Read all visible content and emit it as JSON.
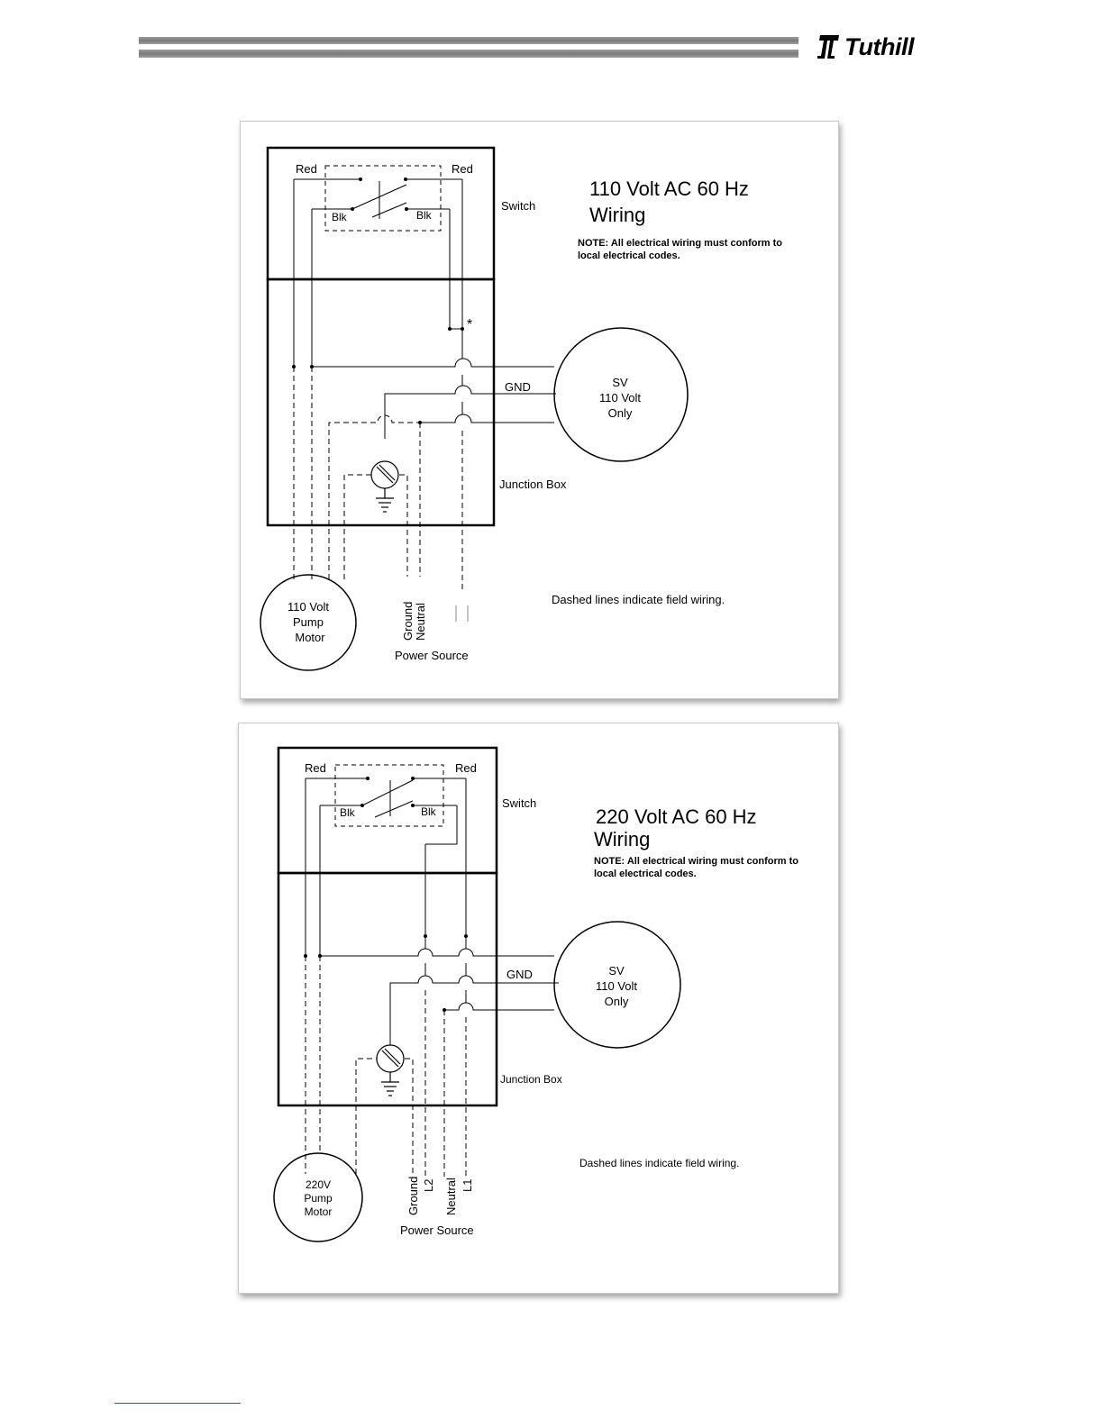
{
  "header": {
    "brand": "Tuthill"
  },
  "diagrams": [
    {
      "title_line1": "110 Volt AC 60 Hz",
      "title_line2": "Wiring",
      "note_line1": "NOTE: All electrical wiring must conform to",
      "note_line2": "local electrical codes.",
      "switch_label": "Switch",
      "junction_label": "Junction Box",
      "wire_left": "Red",
      "wire_right": "Red",
      "blk_left": "Blk",
      "blk_right": "Blk",
      "asterisk": "*",
      "gnd_label": "GND",
      "sv_line1": "SV",
      "sv_line2": "110 Volt",
      "sv_line3": "Only",
      "motor_line1": "110 Volt",
      "motor_line2": "Pump",
      "motor_line3": "Motor",
      "source_ground": "Ground",
      "source_neutral": "Neutral",
      "power_source": "Power Source",
      "dashed_note": "Dashed lines indicate field wiring."
    },
    {
      "title_line1": "220 Volt AC 60 Hz",
      "title_line2": "Wiring",
      "note_line1": "NOTE: All electrical wiring must conform to",
      "note_line2": "local electrical codes.",
      "switch_label": "Switch",
      "junction_label": "Junction Box",
      "wire_left": "Red",
      "wire_right": "Red",
      "blk_left": "Blk",
      "blk_right": "Blk",
      "gnd_label": "GND",
      "sv_line1": "SV",
      "sv_line2": "110 Volt",
      "sv_line3": "Only",
      "motor_line1": "220V",
      "motor_line2": "Pump",
      "motor_line3": "Motor",
      "source_ground": "Ground",
      "source_l2": "L2",
      "source_neutral": "Neutral",
      "source_l1": "L1",
      "power_source": "Power Source",
      "dashed_note": "Dashed lines indicate field wiring."
    }
  ]
}
